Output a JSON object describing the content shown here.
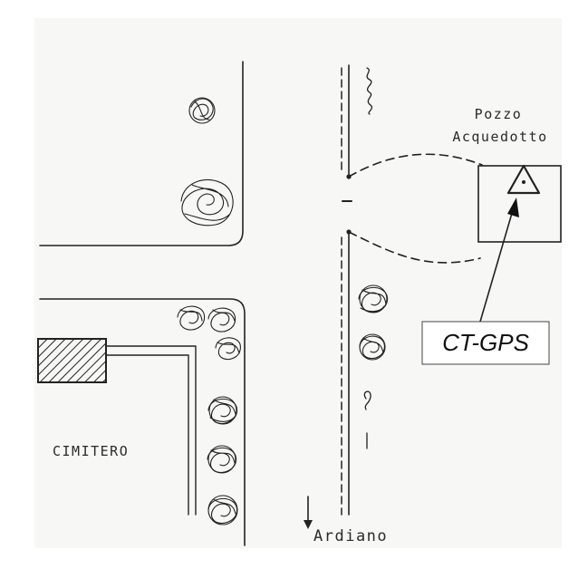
{
  "labels": {
    "well_line1": "Pozzo",
    "well_line2": "Acquedotto",
    "station": "CT-GPS",
    "cemetery": "CIMITERO",
    "direction": "Ardiano"
  }
}
